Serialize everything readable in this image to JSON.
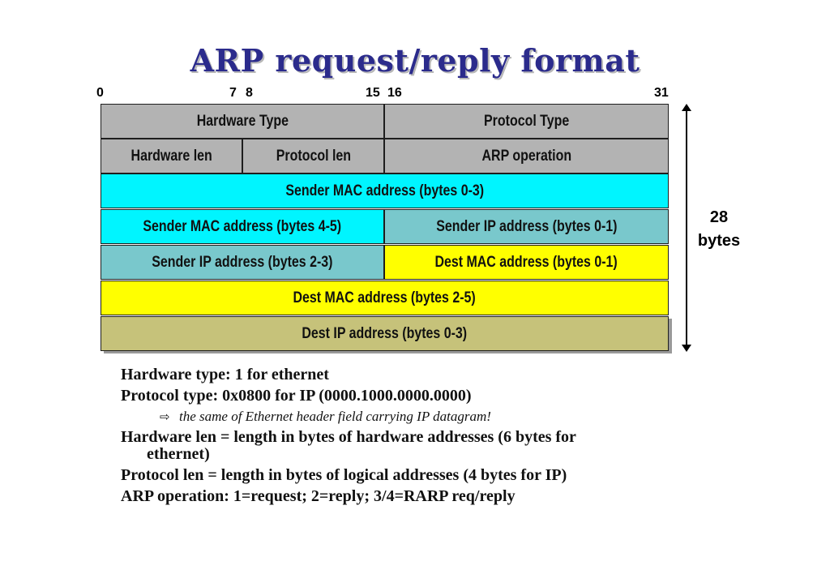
{
  "title": "ARP request/reply format",
  "bit_markers": [
    "0",
    "7",
    "8",
    "15",
    "16",
    "31"
  ],
  "rows": [
    [
      {
        "label": "Hardware Type",
        "span": 2,
        "color": "#b3b3b3"
      },
      {
        "label": "Protocol Type",
        "span": 2,
        "color": "#b3b3b3"
      }
    ],
    [
      {
        "label": "Hardware len",
        "span": 1,
        "color": "#b3b3b3"
      },
      {
        "label": "Protocol len",
        "span": 1,
        "color": "#b3b3b3"
      },
      {
        "label": "ARP operation",
        "span": 2,
        "color": "#b3b3b3"
      }
    ],
    [
      {
        "label": "Sender MAC address (bytes 0-3)",
        "span": 4,
        "color": "#00f5ff"
      }
    ],
    [
      {
        "label": "Sender MAC address (bytes 4-5)",
        "span": 2,
        "color": "#00f5ff"
      },
      {
        "label": "Sender IP address (bytes 0-1)",
        "span": 2,
        "color": "#79c8cc"
      }
    ],
    [
      {
        "label": "Sender IP address (bytes 2-3)",
        "span": 2,
        "color": "#79c8cc"
      },
      {
        "label": "Dest MAC address (bytes 0-1)",
        "span": 2,
        "color": "#ffff00"
      }
    ],
    [
      {
        "label": "Dest MAC address (bytes 2-5)",
        "span": 4,
        "color": "#ffff00"
      }
    ],
    [
      {
        "label": "Dest IP address (bytes 0-3)",
        "span": 4,
        "color": "#c6c27a"
      }
    ]
  ],
  "size_label": {
    "number": "28",
    "unit": "bytes"
  },
  "notes": {
    "hardware_type": "Hardware type: 1 for ethernet",
    "protocol_type": "Protocol type: 0x0800 for IP (0000.1000.0000.0000)",
    "protocol_type_sub": "the same of Ethernet header field carrying IP datagram!",
    "hardware_len_line1": "Hardware len = length in bytes of hardware addresses (6 bytes for",
    "hardware_len_line2": "ethernet)",
    "protocol_len": "Protocol len = length in bytes of logical addresses (4 bytes for IP)",
    "arp_operation": "ARP operation: 1=request; 2=reply; 3/4=RARP req/reply"
  }
}
